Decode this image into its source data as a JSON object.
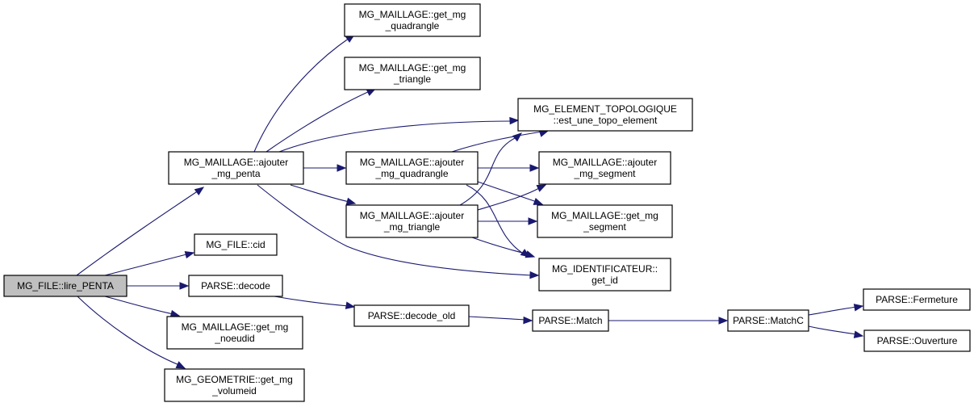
{
  "graph": {
    "type": "call-graph",
    "edge_color": "#191970",
    "root_fill": "#bfbfbf",
    "nodes": [
      {
        "id": "lire_penta",
        "lines": [
          "MG_FILE::lire_PENTA"
        ],
        "root": true
      },
      {
        "id": "ajouter_mg_penta",
        "lines": [
          "MG_MAILLAGE::ajouter",
          "_mg_penta"
        ]
      },
      {
        "id": "cid",
        "lines": [
          "MG_FILE::cid"
        ]
      },
      {
        "id": "decode",
        "lines": [
          "PARSE::decode"
        ]
      },
      {
        "id": "get_mg_noeudid",
        "lines": [
          "MG_MAILLAGE::get_mg",
          "_noeudid"
        ]
      },
      {
        "id": "get_mg_volumeid",
        "lines": [
          "MG_GEOMETRIE::get_mg",
          "_volumeid"
        ]
      },
      {
        "id": "get_mg_quadrangle",
        "lines": [
          "MG_MAILLAGE::get_mg",
          "_quadrangle"
        ]
      },
      {
        "id": "get_mg_triangle",
        "lines": [
          "MG_MAILLAGE::get_mg",
          "_triangle"
        ]
      },
      {
        "id": "ajouter_mg_quadrangle",
        "lines": [
          "MG_MAILLAGE::ajouter",
          "_mg_quadrangle"
        ]
      },
      {
        "id": "ajouter_mg_triangle",
        "lines": [
          "MG_MAILLAGE::ajouter",
          "_mg_triangle"
        ]
      },
      {
        "id": "est_une_topo_element",
        "lines": [
          "MG_ELEMENT_TOPOLOGIQUE",
          "::est_une_topo_element"
        ]
      },
      {
        "id": "ajouter_mg_segment",
        "lines": [
          "MG_MAILLAGE::ajouter",
          "_mg_segment"
        ]
      },
      {
        "id": "get_mg_segment",
        "lines": [
          "MG_MAILLAGE::get_mg",
          "_segment"
        ]
      },
      {
        "id": "get_id",
        "lines": [
          "MG_IDENTIFICATEUR::",
          "get_id"
        ]
      },
      {
        "id": "decode_old",
        "lines": [
          "PARSE::decode_old"
        ]
      },
      {
        "id": "match",
        "lines": [
          "PARSE::Match"
        ]
      },
      {
        "id": "matchc",
        "lines": [
          "PARSE::MatchC"
        ]
      },
      {
        "id": "fermeture",
        "lines": [
          "PARSE::Fermeture"
        ]
      },
      {
        "id": "ouverture",
        "lines": [
          "PARSE::Ouverture"
        ]
      }
    ],
    "edges": [
      {
        "from": "lire_penta",
        "to": "ajouter_mg_penta"
      },
      {
        "from": "lire_penta",
        "to": "cid"
      },
      {
        "from": "lire_penta",
        "to": "decode"
      },
      {
        "from": "lire_penta",
        "to": "get_mg_noeudid"
      },
      {
        "from": "lire_penta",
        "to": "get_mg_volumeid"
      },
      {
        "from": "ajouter_mg_penta",
        "to": "get_mg_quadrangle"
      },
      {
        "from": "ajouter_mg_penta",
        "to": "get_mg_triangle"
      },
      {
        "from": "ajouter_mg_penta",
        "to": "est_une_topo_element"
      },
      {
        "from": "ajouter_mg_penta",
        "to": "ajouter_mg_quadrangle"
      },
      {
        "from": "ajouter_mg_penta",
        "to": "ajouter_mg_triangle"
      },
      {
        "from": "ajouter_mg_penta",
        "to": "get_id"
      },
      {
        "from": "ajouter_mg_quadrangle",
        "to": "est_une_topo_element"
      },
      {
        "from": "ajouter_mg_quadrangle",
        "to": "ajouter_mg_segment"
      },
      {
        "from": "ajouter_mg_quadrangle",
        "to": "get_mg_segment"
      },
      {
        "from": "ajouter_mg_quadrangle",
        "to": "get_id"
      },
      {
        "from": "ajouter_mg_triangle",
        "to": "est_une_topo_element"
      },
      {
        "from": "ajouter_mg_triangle",
        "to": "ajouter_mg_segment"
      },
      {
        "from": "ajouter_mg_triangle",
        "to": "get_mg_segment"
      },
      {
        "from": "ajouter_mg_triangle",
        "to": "get_id"
      },
      {
        "from": "decode",
        "to": "decode_old"
      },
      {
        "from": "decode_old",
        "to": "match"
      },
      {
        "from": "match",
        "to": "matchc"
      },
      {
        "from": "matchc",
        "to": "fermeture"
      },
      {
        "from": "matchc",
        "to": "ouverture"
      }
    ]
  }
}
